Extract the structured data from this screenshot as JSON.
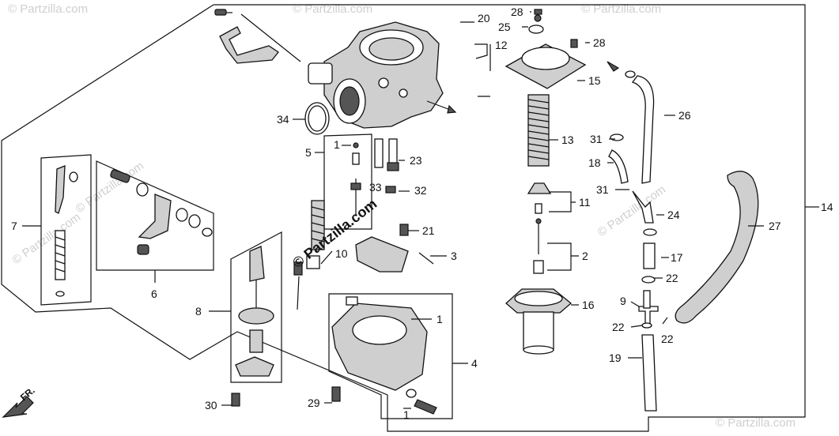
{
  "watermark": {
    "main": "© Partzilla.com",
    "faint": [
      "© Partzilla.com",
      "© Partzilla.com",
      "© Partzilla.com",
      "© Partzilla.com",
      "© Partzilla.com",
      "© Partzilla.com",
      "© Partzilla.com"
    ]
  },
  "direction_label": "FR.",
  "callouts": {
    "c1a": "1",
    "c1b": "1",
    "c1c": "1",
    "c2": "2",
    "c3": "3",
    "c4": "4",
    "c5": "5",
    "c6": "6",
    "c7": "7",
    "c8": "8",
    "c9": "9",
    "c10": "10",
    "c11": "11",
    "c12": "12",
    "c13": "13",
    "c14": "14",
    "c15": "15",
    "c16": "16",
    "c17": "17",
    "c18": "18",
    "c19": "19",
    "c20": "20",
    "c21": "21",
    "c22a": "22",
    "c22b": "22",
    "c22c": "22",
    "c23": "23",
    "c24": "24",
    "c25": "25",
    "c26": "26",
    "c27": "27",
    "c28a": "28",
    "c28b": "28",
    "c29": "29",
    "c30": "30",
    "c31a": "31",
    "c31b": "31",
    "c32": "32",
    "c33": "33",
    "c34": "34"
  }
}
